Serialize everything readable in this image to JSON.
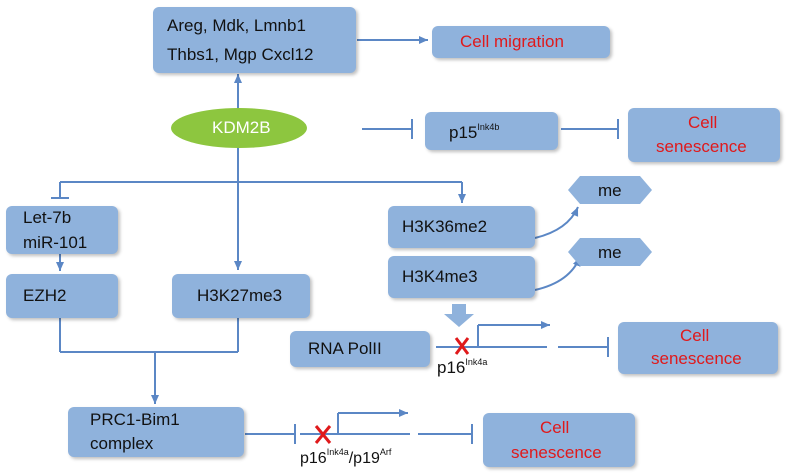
{
  "nodes": {
    "genes_line1": "Areg, Mdk, Lmnb1",
    "genes_line2": "Thbs1, Mgp  Cxcl12",
    "cell_migration": "Cell migration",
    "kdm2b": "KDM2B",
    "p15_main": "p15",
    "p15_sup": "Ink4b",
    "senescence1_line1": "Cell",
    "senescence1_line2": "senescence",
    "let7b": "Let-7b",
    "mir101": "miR-101",
    "h3k36me2": "H3K36me2",
    "me1": "me",
    "h3k4me3": "H3K4me3",
    "me2": "me",
    "ezh2": "EZH2",
    "h3k27me3": "H3K27me3",
    "rna_polii": "RNA PolII",
    "p16_main": "p16",
    "p16_sup": "Ink4a",
    "senescence2_line1": "Cell",
    "senescence2_line2": "senescence",
    "prc1_line1": "PRC1-Bim1",
    "prc1_line2": "complex",
    "p16p19_main1": "p16",
    "p16p19_sup1": "Ink4a",
    "p16p19_main2": "/p19",
    "p16p19_sup2": "Arf",
    "senescence3_line1": "Cell",
    "senescence3_line2": "senescence"
  },
  "colors": {
    "box_fill": "#8fb2dc",
    "kdm2b_fill": "#8dc63f",
    "connector": "#5b87c5",
    "highlight_text": "#e0191b",
    "block_mark": "#e0191b"
  }
}
